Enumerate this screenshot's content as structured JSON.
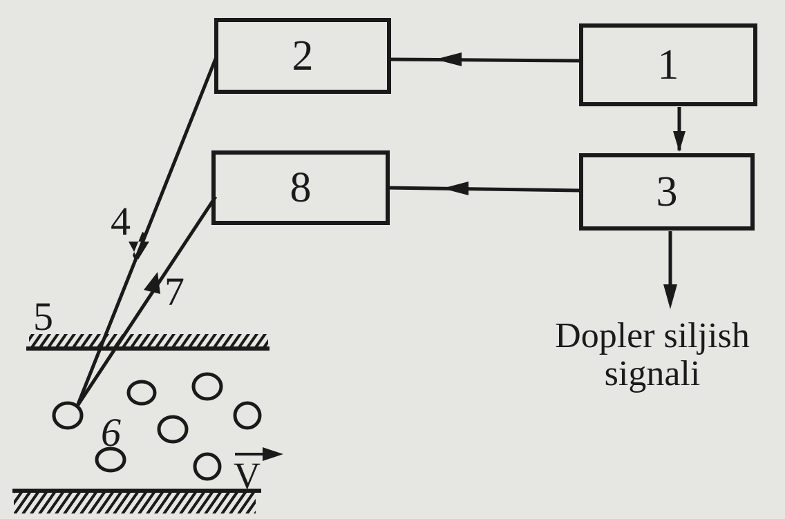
{
  "blocks": {
    "b1": "1",
    "b2": "2",
    "b3": "3",
    "b8": "8"
  },
  "labels": {
    "l4": "4",
    "l5": "5",
    "l6": "6",
    "l7": "7",
    "velocity": "V"
  },
  "output": {
    "line1": "Dopler siljish",
    "line2": "signali"
  },
  "colors": {
    "ink": "#1a1a1a",
    "paper": "#e6e6e2"
  }
}
